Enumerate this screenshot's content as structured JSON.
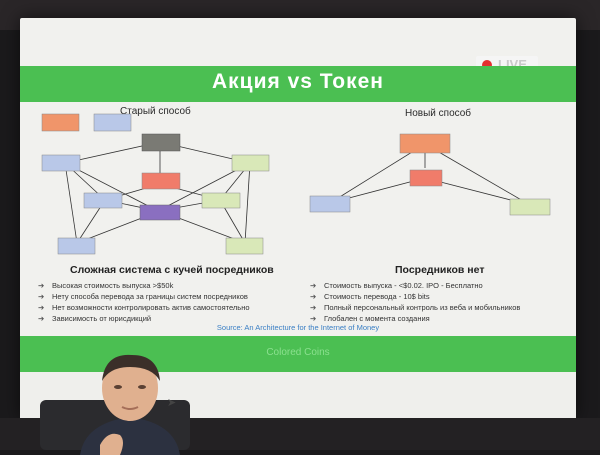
{
  "slide": {
    "title": "Акция vs Токен",
    "live_badge": "LIVE",
    "old_way": {
      "heading": "Старый способ",
      "caption": "Сложная система с кучей посредников",
      "bullets": [
        "Высокая стоимость выпуска >$50k",
        "Нету способа перевода за границы систем посредников",
        "Нет возможности контролировать актив самостоятельно",
        "Зависимость от юрисдикций"
      ]
    },
    "new_way": {
      "heading": "Новый способ",
      "caption": "Посредников нет",
      "bullets": [
        "Стоимость выпуска - <$0.02. IPO - Бесплатно",
        "Стоимость перевода - 10$ bits",
        "Полный персональный контроль из веба и мобильников",
        "Глобален с момента создания"
      ]
    },
    "source": "Source: An Architecture for the Internet of Money",
    "footer": "Colored Coins",
    "colors": {
      "green_bar": "#4bbf52",
      "node_orange": "#f0956a",
      "node_blue": "#b9c8e8",
      "node_purple": "#8a6fc0",
      "node_green": "#d9e8b8",
      "node_dark": "#7a7a74",
      "node_red": "#f07c6a"
    }
  }
}
